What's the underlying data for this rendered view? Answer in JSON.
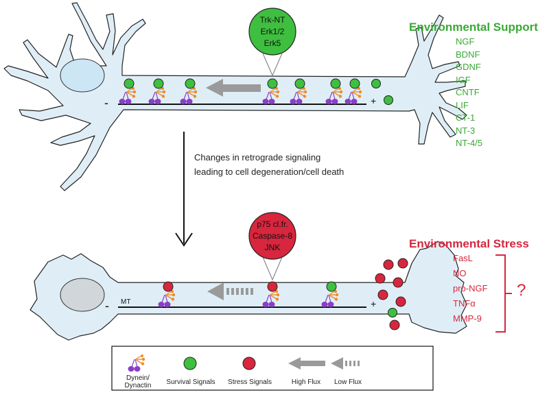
{
  "top_panel": {
    "bubble_lines": [
      "Trk-NT",
      "Erk1/2",
      "Erk5"
    ],
    "minus": "-",
    "plus": "+",
    "support_title": "Environmental Support",
    "support_items": [
      "NGF",
      "BDNF",
      "GDNF",
      "IGF",
      "CNTF",
      "LIF",
      "CT-1",
      "NT-3",
      "NT-4/5"
    ]
  },
  "transition_caption": [
    "Changes in retrograde signaling",
    "leading to cell degeneration/cell death"
  ],
  "bottom_panel": {
    "bubble_lines": [
      "p75 cl.fr.",
      "Caspase-8",
      "JNK"
    ],
    "minus": "-",
    "plus": "+",
    "mt_label": "MT",
    "stress_title": "Environmental Stress",
    "stress_items": [
      "FasL",
      "NO",
      "pro-NGF",
      "TNFα",
      "MMP-9"
    ],
    "question_mark": "?"
  },
  "legend": {
    "dynein": [
      "Dynein/",
      "Dynactin"
    ],
    "survival": "Survival Signals",
    "stress": "Stress Signals",
    "high_flux": "High Flux",
    "low_flux": "Low Flux"
  },
  "colors": {
    "cell_fill": "#dfeef6",
    "survival_green": "#3fbf3f",
    "stress_red": "#d7263d",
    "dynein_purple": "#8a3fc6",
    "dynactin_orange": "#f08a24",
    "arrow_gray": "#9a9a9a"
  }
}
